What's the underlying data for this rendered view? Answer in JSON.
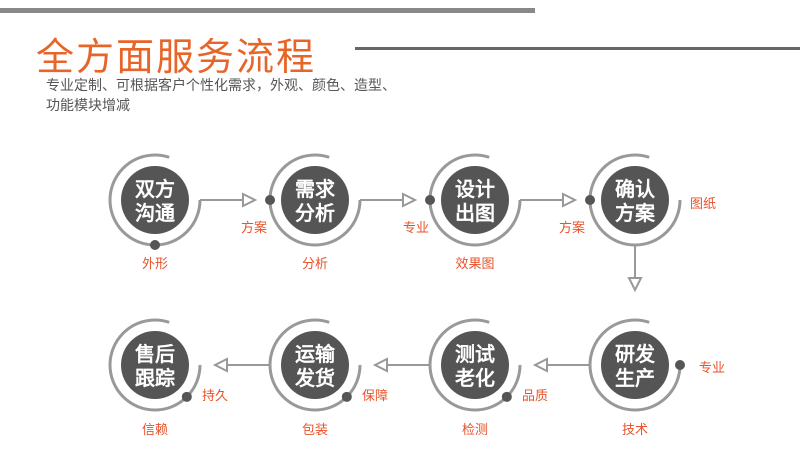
{
  "header": {
    "title": "全方面服务流程",
    "subtitle": "专业定制、可根据客户个性化需求，外观、颜色、造型、功能模块增减"
  },
  "colors": {
    "accent": "#e8522a",
    "node": "#555555",
    "ring": "#999999"
  },
  "nodes": [
    {
      "line1": "双方",
      "line2": "沟通",
      "bottom": "外形",
      "side": ""
    },
    {
      "line1": "需求",
      "line2": "分析",
      "bottom": "分析",
      "side": "方案"
    },
    {
      "line1": "设计",
      "line2": "出图",
      "bottom": "效果图",
      "side": "专业"
    },
    {
      "line1": "确认",
      "line2": "方案",
      "bottom": "",
      "side": "方案",
      "side2": "图纸"
    },
    {
      "line1": "研发",
      "line2": "生产",
      "bottom": "技术",
      "side": "专业"
    },
    {
      "line1": "测试",
      "line2": "老化",
      "bottom": "检测",
      "side": "品质"
    },
    {
      "line1": "运输",
      "line2": "发货",
      "bottom": "包装",
      "side": "保障"
    },
    {
      "line1": "售后",
      "line2": "跟踪",
      "bottom": "信赖",
      "side": "持久"
    }
  ]
}
